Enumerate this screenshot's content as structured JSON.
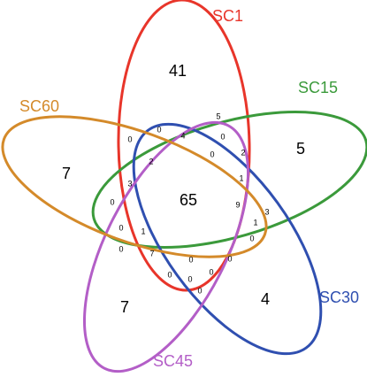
{
  "sets": [
    {
      "id": "sc1",
      "label": "SC1",
      "color": "#e8352a"
    },
    {
      "id": "sc15",
      "label": "SC15",
      "color": "#3b9a3b"
    },
    {
      "id": "sc30",
      "label": "SC30",
      "color": "#2f4fb0"
    },
    {
      "id": "sc45",
      "label": "SC45",
      "color": "#b35ec7"
    },
    {
      "id": "sc60",
      "label": "SC60",
      "color": "#d48a2a"
    }
  ],
  "regions": {
    "sc1_only": "41",
    "sc15_only": "5",
    "sc30_only": "4",
    "sc45_only": "7",
    "sc60_only": "7",
    "all": "65",
    "r_5": "5",
    "r_0a": "0",
    "r_0b": "0",
    "r_4": "4",
    "r_0c": "0",
    "r_2a": "2",
    "r_0d": "0",
    "r_2b": "2",
    "r_3a": "3",
    "r_1a": "1",
    "r_0e": "0",
    "r_9": "9",
    "r_3b": "3",
    "r_0f": "0",
    "r_1b": "1",
    "r_1c": "1",
    "r_0g": "0",
    "r_0h": "0",
    "r_7": "7",
    "r_0i": "0",
    "r_0j": "0",
    "r_0k": "0",
    "r_0l": "0",
    "r_0m": "0",
    "r_0n": "0"
  }
}
